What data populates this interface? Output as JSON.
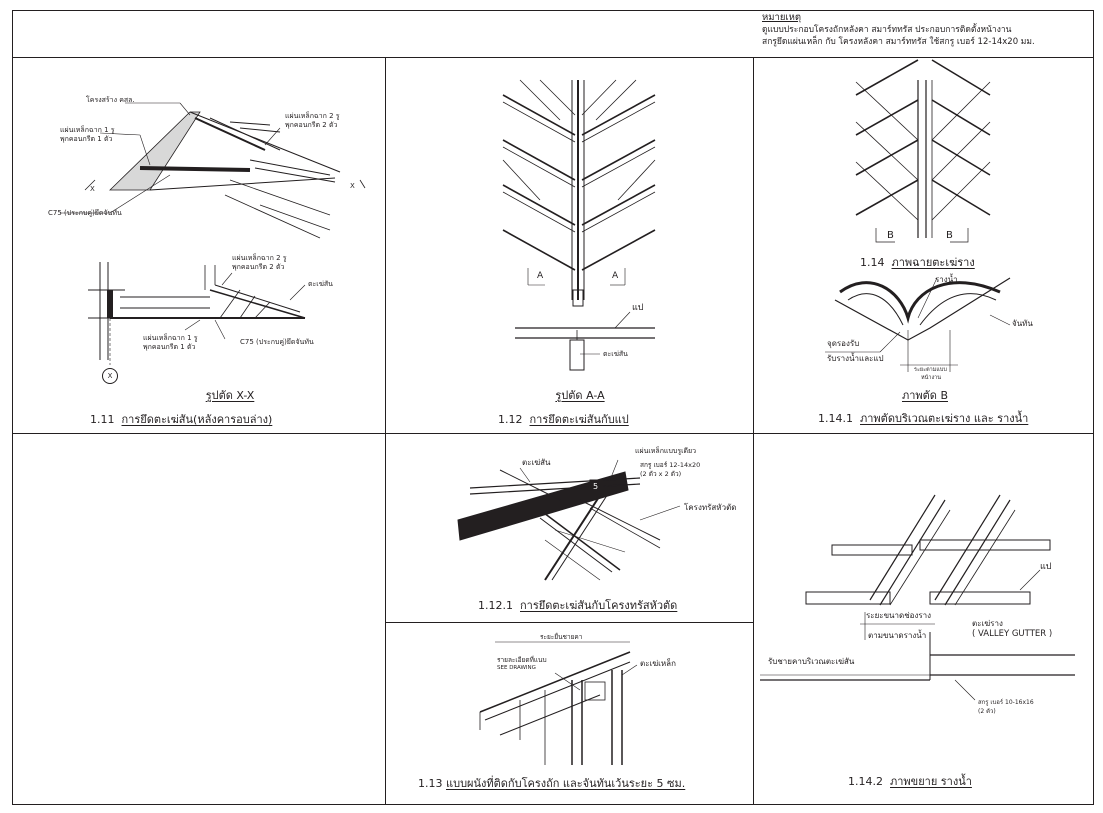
{
  "notes": {
    "heading": "หมายเหตุ",
    "line1": "ดูแบบประกอบโครงถักหลังคา สมาร์ททรัส ประกอบการติดตั้งหน้างาน",
    "line2": "สกรูยึดแผ่นเหล็ก กับ โครงหลังคา สมาร์ททรัส ใช้สกรู เบอร์ 12-14x20 มม."
  },
  "panels": {
    "p111": {
      "section_title": "รูปตัด X-X",
      "num": "1.11",
      "title": "การยึดตะเฆ่สัน(หลังคารอบล่าง)",
      "labels": {
        "concrete": "โครงสร้าง คสล.",
        "plate1": "แผ่นเหล็กฉาก 1 รู",
        "rivet1": "พุกคอนกรีต 1 ตัว",
        "plate2": "แผ่นเหล็กฉาก 2 รู",
        "rivet2": "พุกคอนกรีต 2 ตัว",
        "c75": "C75 (ประกบคู่)ยึดจันทัน",
        "x1": "X",
        "x2": "X",
        "plate2b": "แผ่นเหล็กฉาก 2 รู",
        "rivet2b": "พุกคอนกรีต 2 ตัว",
        "ridge": "ตะเฆ่สัน",
        "plate1b": "แผ่นเหล็กฉาก 1 รู",
        "rivet1b": "พุกคอนกรีต 1 ตัว",
        "c75b": "C75 (ประกบคู่)ยึดจันทัน",
        "grid": "X"
      }
    },
    "p112": {
      "section_title": "รูปตัด A-A",
      "num": "1.12",
      "title": "การยึดตะเฆ่สันกับแป",
      "labels": {
        "a1": "A",
        "a2": "A",
        "purlin": "แป",
        "ridge": "ตะเฆ่สัน"
      }
    },
    "p114": {
      "num": "1.14",
      "title": "ภาพฉายตะเฆ่ราง",
      "labels": {
        "b1": "B",
        "b2": "B"
      }
    },
    "p1141": {
      "section_title": "ภาพตัด B",
      "num": "1.14.1",
      "title": "ภาพตัดบริเวณตะเฆ่ราง และ รางน้ำ",
      "labels": {
        "gutter": "รางน้ำ",
        "rafter": "จันทัน",
        "support": "จุดรองรับ",
        "support2": "รับรางน้ำและแป",
        "dist1": "ระยะตามแบบ",
        "dist2": "หน้างาน"
      }
    },
    "p1121": {
      "num": "1.12.1",
      "title": "การยึดตะเฆ่สันกับโครงทรัสหัวตัด",
      "labels": {
        "ridge": "ตะเฆ่สัน",
        "plate": "แผ่นเหล็กแบบรูเดียว",
        "screw": "สกรู เบอร์ 12-14x20",
        "screw2": "(2 ตัว x 2 ตัว)",
        "truss": "โครงทรัสหัวตัด",
        "marker": "5"
      }
    },
    "p113": {
      "num": "1.13",
      "title": "แบบผนังที่ติดกับโครงถัก และจันทันเว้นระยะ 5 ซม.",
      "labels": {
        "eave": "ระยะยื่นชายคา",
        "detail": "รายละเอียดที่แนบ",
        "see": "SEE DRAWING",
        "wall": "ตะเฆ่เหล็ก"
      }
    },
    "p1142": {
      "num": "1.14.2",
      "title": "ภาพขยาย รางน้ำ",
      "labels": {
        "purlin": "แป",
        "gutter_dist": "ระยะขนาดช่องราง",
        "gutter_dist2": "ตามขนาดรางน้ำ",
        "valley": "ตะเฆ่ราง",
        "valley_en": "( VALLEY GUTTER )",
        "edge": "รับชายคาบริเวณตะเฆ่สัน",
        "screw": "สกรู เบอร์ 10-16x16",
        "screw2": "(2 ตัว)"
      }
    }
  }
}
